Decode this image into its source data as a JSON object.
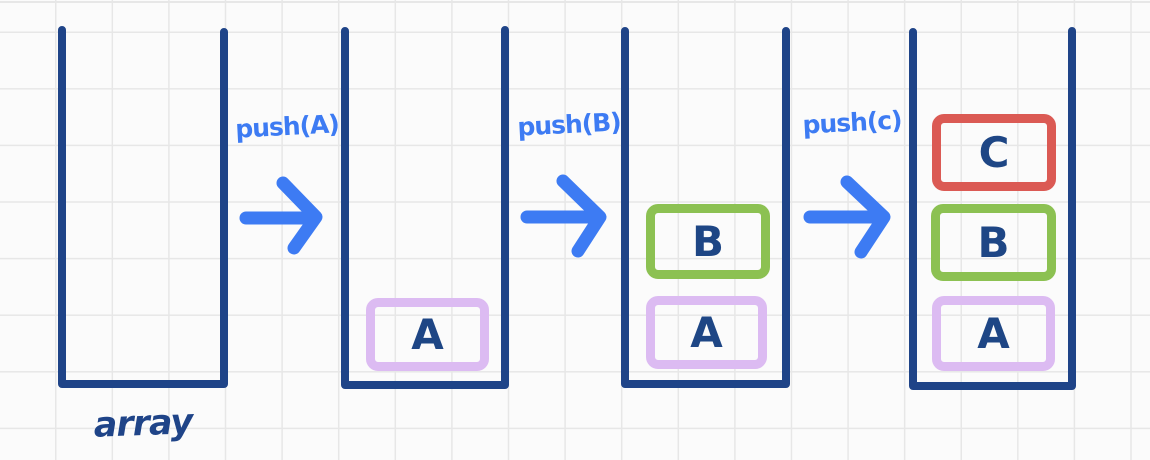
{
  "diagram_type": "stack-push-sequence",
  "colors": {
    "background": "#FBFBFB",
    "grid_line": "#E7E7E7",
    "stack_outline": "#1F4488",
    "letter_text": "#1E4685",
    "operation_blue": "#3D7BF3",
    "item_a_border": "#DCBBF2",
    "item_b_border": "#8CC152",
    "item_c_border": "#DB5A54"
  },
  "caption": {
    "array_label": "array"
  },
  "stacks": [
    {
      "name": "stack-empty",
      "items": []
    },
    {
      "name": "stack-after-push-a",
      "items": [
        {
          "label": "A",
          "color": "#DCBBF2"
        }
      ]
    },
    {
      "name": "stack-after-push-b",
      "items": [
        {
          "label": "A",
          "color": "#DCBBF2"
        },
        {
          "label": "B",
          "color": "#8CC152"
        }
      ]
    },
    {
      "name": "stack-after-push-c",
      "items": [
        {
          "label": "A",
          "color": "#DCBBF2"
        },
        {
          "label": "B",
          "color": "#8CC152"
        },
        {
          "label": "C",
          "color": "#DB5A54"
        }
      ]
    }
  ],
  "operations": [
    {
      "label": "push(A)"
    },
    {
      "label": "push(B)"
    },
    {
      "label": "push(c)"
    }
  ]
}
